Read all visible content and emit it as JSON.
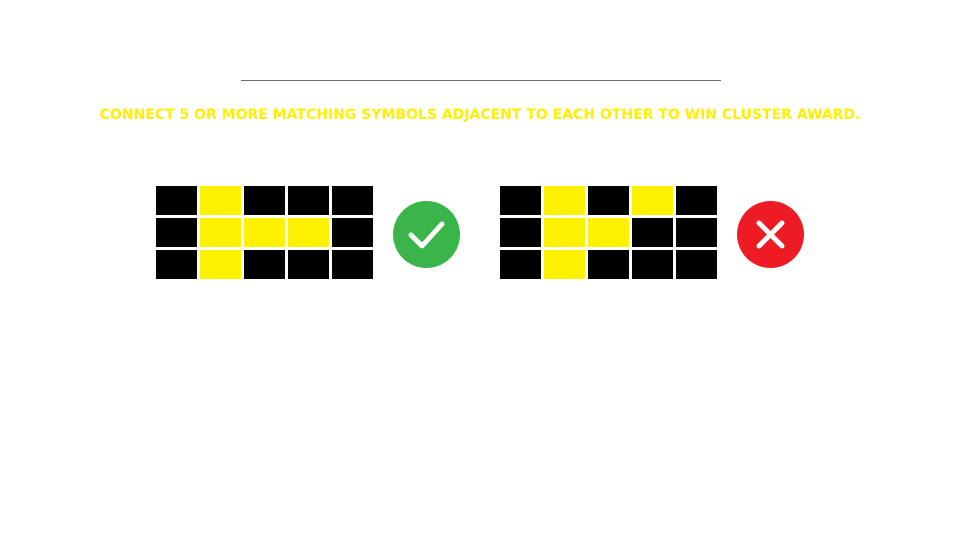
{
  "instruction": {
    "text": "CONNECT 5 OR MORE MATCHING SYMBOLS ADJACENT TO EACH OTHER TO WIN CLUSTER AWARD."
  },
  "colors": {
    "text_yellow": "#ffef00",
    "cell_yellow": "#fff200",
    "cell_black": "#000000",
    "valid_green": "#39b54a",
    "invalid_red": "#ed1c24"
  },
  "examples": [
    {
      "id": "valid",
      "result_icon": "checkmark-icon",
      "grid": [
        [
          "b",
          "y",
          "b",
          "b",
          "b"
        ],
        [
          "b",
          "y",
          "y",
          "y",
          "b"
        ],
        [
          "b",
          "y",
          "b",
          "b",
          "b"
        ]
      ]
    },
    {
      "id": "invalid",
      "result_icon": "cross-icon",
      "grid": [
        [
          "b",
          "y",
          "b",
          "y",
          "b"
        ],
        [
          "b",
          "y",
          "y",
          "b",
          "b"
        ],
        [
          "b",
          "y",
          "b",
          "b",
          "b"
        ]
      ]
    }
  ]
}
